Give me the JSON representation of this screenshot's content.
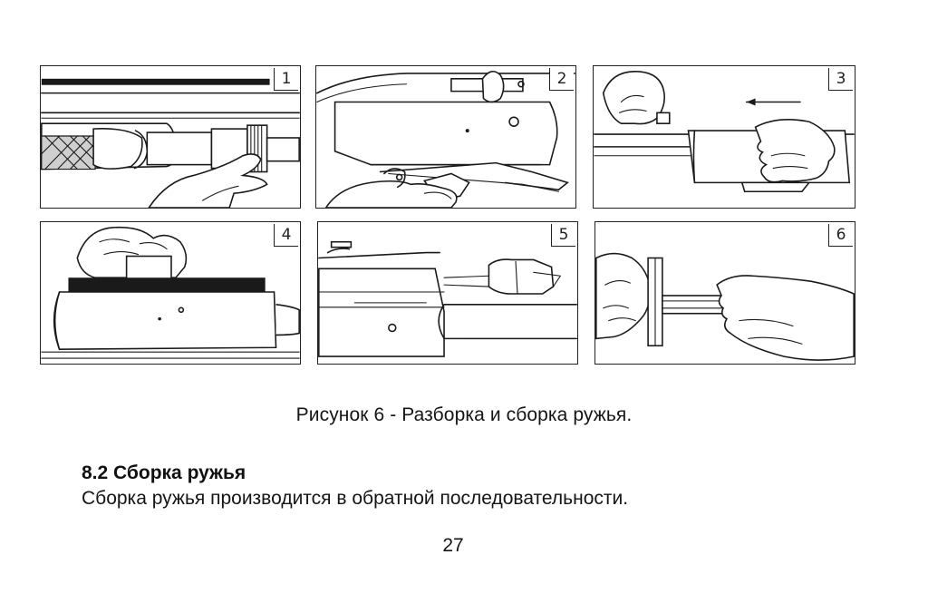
{
  "figure": {
    "panels": [
      {
        "number": "1",
        "illustration": "barrel-nut-unscrew-illustration"
      },
      {
        "number": "2",
        "illustration": "bolt-removal-illustration"
      },
      {
        "number": "3",
        "illustration": "forend-slide-off-illustration"
      },
      {
        "number": "4",
        "illustration": "receiver-top-illustration"
      },
      {
        "number": "5",
        "illustration": "trigger-group-illustration"
      },
      {
        "number": "6",
        "illustration": "magazine-tube-illustration"
      }
    ],
    "caption": "Рисунок 6 - Разборка и сборка ружья."
  },
  "section": {
    "heading": "8.2 Сборка ружья",
    "body": "Сборка ружья производится в обратной последовательности."
  },
  "page": {
    "number": "27"
  }
}
